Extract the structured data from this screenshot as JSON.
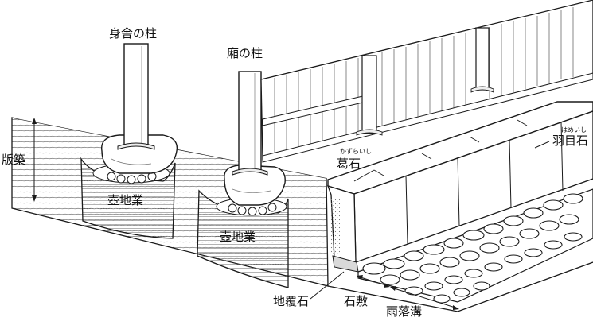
{
  "labels": {
    "moya_pillar": "身舎の柱",
    "hisashi_pillar": "廂の柱",
    "hanchiku": "版築",
    "tsubojigyo_left": "壺地業",
    "tsubojigyo_right": "壺地業",
    "kazuraishi": "葛石",
    "kazuraishi_reading": "かずらいし",
    "hameishi": "羽目石",
    "hameishi_reading": "はめいし",
    "jifukuishi": "地覆石",
    "ishijiki": "石敷",
    "amaochimizo": "雨落溝"
  },
  "colors": {
    "line": "#1a1a1a",
    "fill": "#ffffff",
    "shade": "#d9d9d9"
  }
}
